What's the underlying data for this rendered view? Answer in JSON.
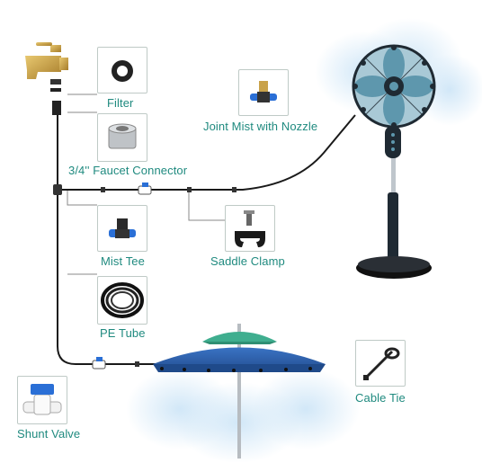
{
  "labels": {
    "filter": "Filter",
    "faucet_connector": "3/4'' Faucet Connector",
    "joint_mist": "Joint Mist with Nozzle",
    "mist_tee": "Mist Tee",
    "saddle_clamp": "Saddle Clamp",
    "pe_tube": "PE Tube",
    "cable_tie": "Cable Tie",
    "shunt_valve": "Shunt Valve"
  },
  "colors": {
    "label": "#1f8a7f",
    "box_border": "#bfcac6",
    "tube": "#1a1a1a",
    "leader": "#8a8a8a",
    "fan_blue": "#6fa3b8",
    "fan_dark": "#1f2a33",
    "umbrella_blue": "#2f5fa8",
    "umbrella_top": "#3fae8f",
    "brass": "#c9a24a",
    "valve_blue": "#2a6fd6",
    "mist": "#d9ecf8"
  },
  "icons": [
    "faucet-icon",
    "filter-ring-icon",
    "faucet-connector-icon",
    "joint-nozzle-icon",
    "mist-tee-icon",
    "saddle-clamp-icon",
    "pe-tube-coil-icon",
    "cable-tie-icon",
    "shunt-valve-icon",
    "fan-icon",
    "umbrella-icon"
  ]
}
